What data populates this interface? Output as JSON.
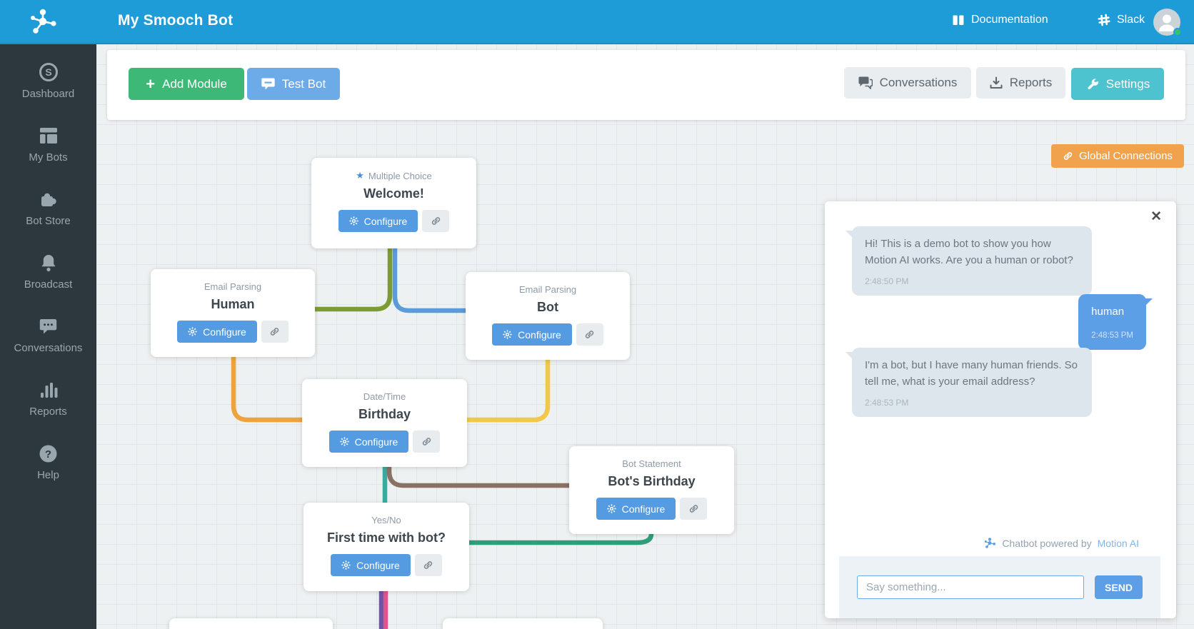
{
  "header": {
    "title": "My Smooch Bot",
    "documentation_label": "Documentation",
    "slack_label": "Slack"
  },
  "sidebar": {
    "items": [
      {
        "label": "Dashboard",
        "icon": "smooch-s-icon"
      },
      {
        "label": "My Bots",
        "icon": "bots-grid-icon"
      },
      {
        "label": "Bot Store",
        "icon": "puzzle-piece-icon"
      },
      {
        "label": "Broadcast",
        "icon": "bell-icon"
      },
      {
        "label": "Conversations",
        "icon": "chat-bubble-icon"
      },
      {
        "label": "Reports",
        "icon": "bar-chart-icon"
      },
      {
        "label": "Help",
        "icon": "question-circle-icon"
      }
    ]
  },
  "toolbar": {
    "add_module_label": "Add Module",
    "add_module_plus": "+",
    "test_bot_label": "Test Bot",
    "conversations_label": "Conversations",
    "reports_label": "Reports",
    "settings_label": "Settings"
  },
  "canvas": {
    "global_connections_label": "Global Connections",
    "configure_label": "Configure",
    "modules": [
      {
        "type": "Multiple Choice",
        "title": "Welcome!",
        "starred": true
      },
      {
        "type": "Email Parsing",
        "title": "Human"
      },
      {
        "type": "Email Parsing",
        "title": "Bot"
      },
      {
        "type": "Date/Time",
        "title": "Birthday"
      },
      {
        "type": "Bot Statement",
        "title": "Bot's Birthday"
      },
      {
        "type": "Yes/No",
        "title": "First time with bot?"
      }
    ],
    "connections": {
      "welcome_human": "#7d9b33",
      "welcome_bot": "#5b9bd8",
      "human_birthday": "#eda33e",
      "bot_birthday": "#f2c84b",
      "birthday_first_time": "#3aaa9e",
      "birthday_bots_birthday": "#8b7163",
      "bots_birthday_first_time": "#2e9e78",
      "first_time_out_a": "#7053a8",
      "first_time_out_b": "#e0538f"
    }
  },
  "chat": {
    "close_glyph": "✕",
    "messages": [
      {
        "from": "bot",
        "text": "Hi! This is a demo bot to show you how Motion AI works. Are you a human or robot?",
        "time": "2:48:50 PM"
      },
      {
        "from": "user",
        "text": "human",
        "time": "2:48:53 PM"
      },
      {
        "from": "bot",
        "text": "I'm a bot, but I have many human friends. So tell me, what is your email address?",
        "time": "2:48:53 PM"
      }
    ],
    "powered_prefix": "Chatbot powered by",
    "powered_link": "Motion AI",
    "input_placeholder": "Say something...",
    "send_label": "SEND"
  },
  "colors": {
    "header_blue": "#1e9cd8",
    "sidebar_dark": "#2d383e",
    "add_module_green": "#3eb877",
    "primary_blue": "#549be2",
    "test_bot_blue": "#6cabe8",
    "settings_teal": "#4ec3d0",
    "global_connections_orange": "#f0a24c",
    "user_bubble_blue": "#5d9fe6",
    "bot_bubble_gray": "#dde6ed",
    "status_online_green": "#35c26e"
  }
}
